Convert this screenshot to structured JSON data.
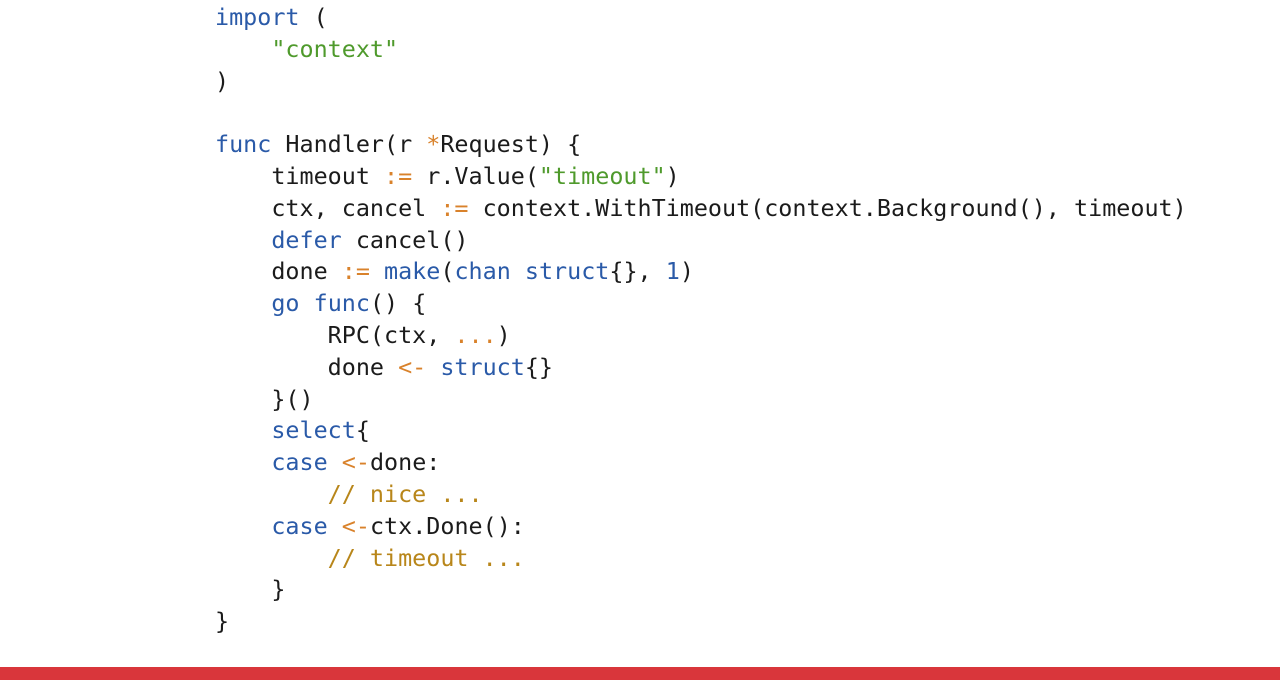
{
  "theme": {
    "keyword": "#2a5aa8",
    "string": "#4f9a2c",
    "operator": "#d9822b",
    "comment": "#b8861a",
    "plain": "#1b1b1b",
    "accent_bar": "#d9363b"
  },
  "code": {
    "language": "go",
    "lines": [
      [
        {
          "t": "import",
          "k": "kw"
        },
        {
          "t": " (",
          "k": "plain"
        }
      ],
      [
        {
          "t": "    ",
          "k": "plain"
        },
        {
          "t": "\"context\"",
          "k": "str"
        }
      ],
      [
        {
          "t": ")",
          "k": "plain"
        }
      ],
      [],
      [
        {
          "t": "func",
          "k": "kw"
        },
        {
          "t": " Handler(r ",
          "k": "plain"
        },
        {
          "t": "*",
          "k": "op"
        },
        {
          "t": "Request) {",
          "k": "plain"
        }
      ],
      [
        {
          "t": "    timeout ",
          "k": "plain"
        },
        {
          "t": ":=",
          "k": "op"
        },
        {
          "t": " r.Value(",
          "k": "plain"
        },
        {
          "t": "\"timeout\"",
          "k": "str"
        },
        {
          "t": ")",
          "k": "plain"
        }
      ],
      [
        {
          "t": "    ctx, cancel ",
          "k": "plain"
        },
        {
          "t": ":=",
          "k": "op"
        },
        {
          "t": " context.WithTimeout(context.Background(), timeout)",
          "k": "plain"
        }
      ],
      [
        {
          "t": "    ",
          "k": "plain"
        },
        {
          "t": "defer",
          "k": "kw"
        },
        {
          "t": " cancel()",
          "k": "plain"
        }
      ],
      [
        {
          "t": "    done ",
          "k": "plain"
        },
        {
          "t": ":=",
          "k": "op"
        },
        {
          "t": " ",
          "k": "plain"
        },
        {
          "t": "make",
          "k": "kw"
        },
        {
          "t": "(",
          "k": "plain"
        },
        {
          "t": "chan",
          "k": "kw"
        },
        {
          "t": " ",
          "k": "plain"
        },
        {
          "t": "struct",
          "k": "kw"
        },
        {
          "t": "{}, ",
          "k": "plain"
        },
        {
          "t": "1",
          "k": "num"
        },
        {
          "t": ")",
          "k": "plain"
        }
      ],
      [
        {
          "t": "    ",
          "k": "plain"
        },
        {
          "t": "go",
          "k": "kw"
        },
        {
          "t": " ",
          "k": "plain"
        },
        {
          "t": "func",
          "k": "kw"
        },
        {
          "t": "() {",
          "k": "plain"
        }
      ],
      [
        {
          "t": "        RPC(ctx, ",
          "k": "plain"
        },
        {
          "t": "...",
          "k": "op"
        },
        {
          "t": ")",
          "k": "plain"
        }
      ],
      [
        {
          "t": "        done ",
          "k": "plain"
        },
        {
          "t": "<-",
          "k": "op"
        },
        {
          "t": " ",
          "k": "plain"
        },
        {
          "t": "struct",
          "k": "kw"
        },
        {
          "t": "{}",
          "k": "plain"
        }
      ],
      [
        {
          "t": "    }()",
          "k": "plain"
        }
      ],
      [
        {
          "t": "    ",
          "k": "plain"
        },
        {
          "t": "select",
          "k": "kw"
        },
        {
          "t": "{",
          "k": "plain"
        }
      ],
      [
        {
          "t": "    ",
          "k": "plain"
        },
        {
          "t": "case",
          "k": "kw"
        },
        {
          "t": " ",
          "k": "plain"
        },
        {
          "t": "<-",
          "k": "op"
        },
        {
          "t": "done:",
          "k": "plain"
        }
      ],
      [
        {
          "t": "        ",
          "k": "plain"
        },
        {
          "t": "// nice ...",
          "k": "comment"
        }
      ],
      [
        {
          "t": "    ",
          "k": "plain"
        },
        {
          "t": "case",
          "k": "kw"
        },
        {
          "t": " ",
          "k": "plain"
        },
        {
          "t": "<-",
          "k": "op"
        },
        {
          "t": "ctx.Done():",
          "k": "plain"
        }
      ],
      [
        {
          "t": "        ",
          "k": "plain"
        },
        {
          "t": "// timeout ...",
          "k": "comment"
        }
      ],
      [
        {
          "t": "    }",
          "k": "plain"
        }
      ],
      [
        {
          "t": "}",
          "k": "plain"
        }
      ]
    ]
  }
}
